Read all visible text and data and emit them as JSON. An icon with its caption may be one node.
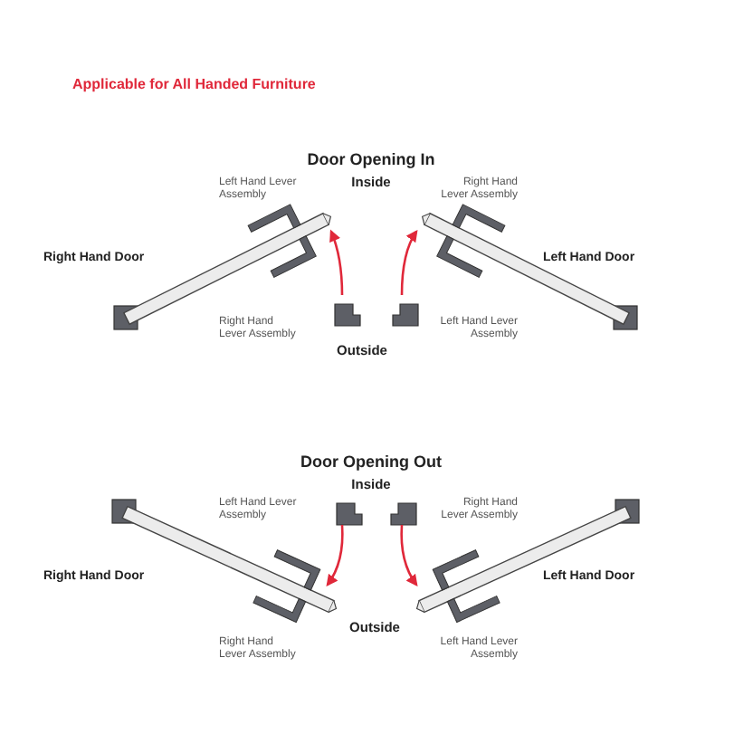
{
  "diagram": {
    "labels": [
      "Applicable for All Handed Furniture",
      "Door Opening In",
      "Inside",
      "Left Hand Lever Assembly",
      "Right Hand Lever Assembly",
      "Right Hand Door",
      "Left Hand Door",
      "Right Hand Lever Assembly",
      "Left Hand Lever Assembly",
      "Outside",
      "Door Opening Out",
      "Inside",
      "Left Hand Lever Assembly",
      "Right Hand Lever Assembly",
      "Right Hand Door",
      "Left Hand Door",
      "Outside",
      "Right Hand Lever Assembly",
      "Left Hand Lever Assembly"
    ]
  }
}
